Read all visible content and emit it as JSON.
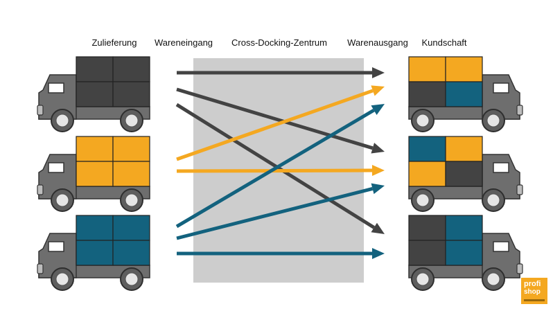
{
  "headers": {
    "zulieferung": "Zulieferung",
    "wareneingang": "Wareneingang",
    "cross_docking": "Cross-Docking-Zentrum",
    "warenausgang": "Warenausgang",
    "kundschaft": "Kundschaft"
  },
  "colors": {
    "dark": "#434343",
    "orange": "#f4a821",
    "teal": "#13627e",
    "truck_body": "#6e6e6e",
    "center": "#cdcdcd"
  },
  "logo": {
    "line1": "profi",
    "line2": "shop"
  },
  "supply_trucks": [
    {
      "cargo": [
        "dark",
        "dark",
        "dark",
        "dark"
      ]
    },
    {
      "cargo": [
        "orange",
        "orange",
        "orange",
        "orange"
      ]
    },
    {
      "cargo": [
        "teal",
        "teal",
        "teal",
        "teal"
      ]
    }
  ],
  "customer_trucks": [
    {
      "cargo": [
        "orange",
        "orange",
        "dark",
        "teal"
      ]
    },
    {
      "cargo": [
        "teal",
        "orange",
        "orange",
        "dark"
      ]
    },
    {
      "cargo": [
        "dark",
        "teal",
        "dark",
        "teal"
      ]
    }
  ],
  "flows": [
    {
      "from": 0,
      "to": 0,
      "color": "dark"
    },
    {
      "from": 0,
      "to": 1,
      "color": "dark"
    },
    {
      "from": 0,
      "to": 2,
      "color": "dark"
    },
    {
      "from": 1,
      "to": 0,
      "color": "orange"
    },
    {
      "from": 1,
      "to": 1,
      "color": "orange"
    },
    {
      "from": 2,
      "to": 0,
      "color": "teal"
    },
    {
      "from": 2,
      "to": 1,
      "color": "teal"
    },
    {
      "from": 2,
      "to": 2,
      "color": "teal"
    }
  ]
}
